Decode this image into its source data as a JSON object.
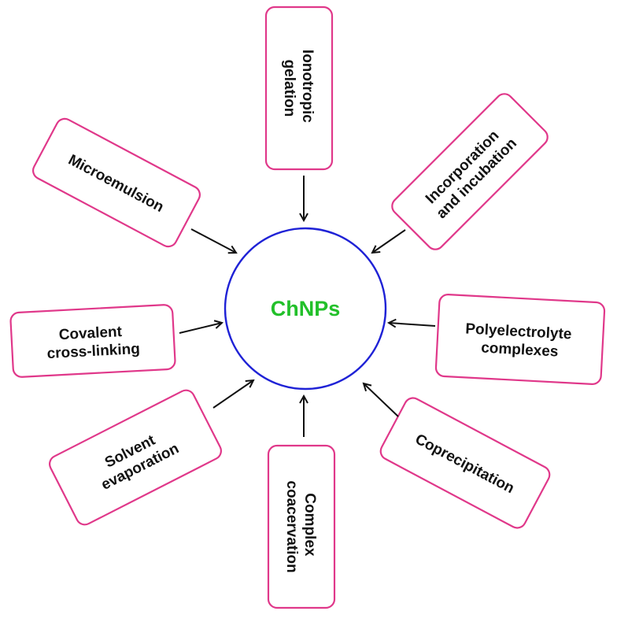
{
  "colors": {
    "box_border": "#e0388a",
    "circle_border": "#1f22d6",
    "center_text": "#22c02a",
    "label_text": "#111111",
    "arrow": "#111111"
  },
  "center": {
    "label": "ChNPs"
  },
  "methods": [
    {
      "id": "ionotropic",
      "lines": [
        "Ionotropic",
        "gelation"
      ]
    },
    {
      "id": "incorporation",
      "lines": [
        "Incorporation",
        "and incubation"
      ]
    },
    {
      "id": "polyelectrolyte",
      "lines": [
        "Polyelectrolyte",
        "complexes"
      ]
    },
    {
      "id": "coprecipitation",
      "lines": [
        "Coprecipitation"
      ]
    },
    {
      "id": "complex",
      "lines": [
        "Complex",
        "coacervation"
      ]
    },
    {
      "id": "solvent",
      "lines": [
        "Solvent",
        "evaporation"
      ]
    },
    {
      "id": "covalent",
      "lines": [
        "Covalent",
        "cross-linking"
      ]
    },
    {
      "id": "microemulsion",
      "lines": [
        "Microemulsion"
      ]
    }
  ]
}
